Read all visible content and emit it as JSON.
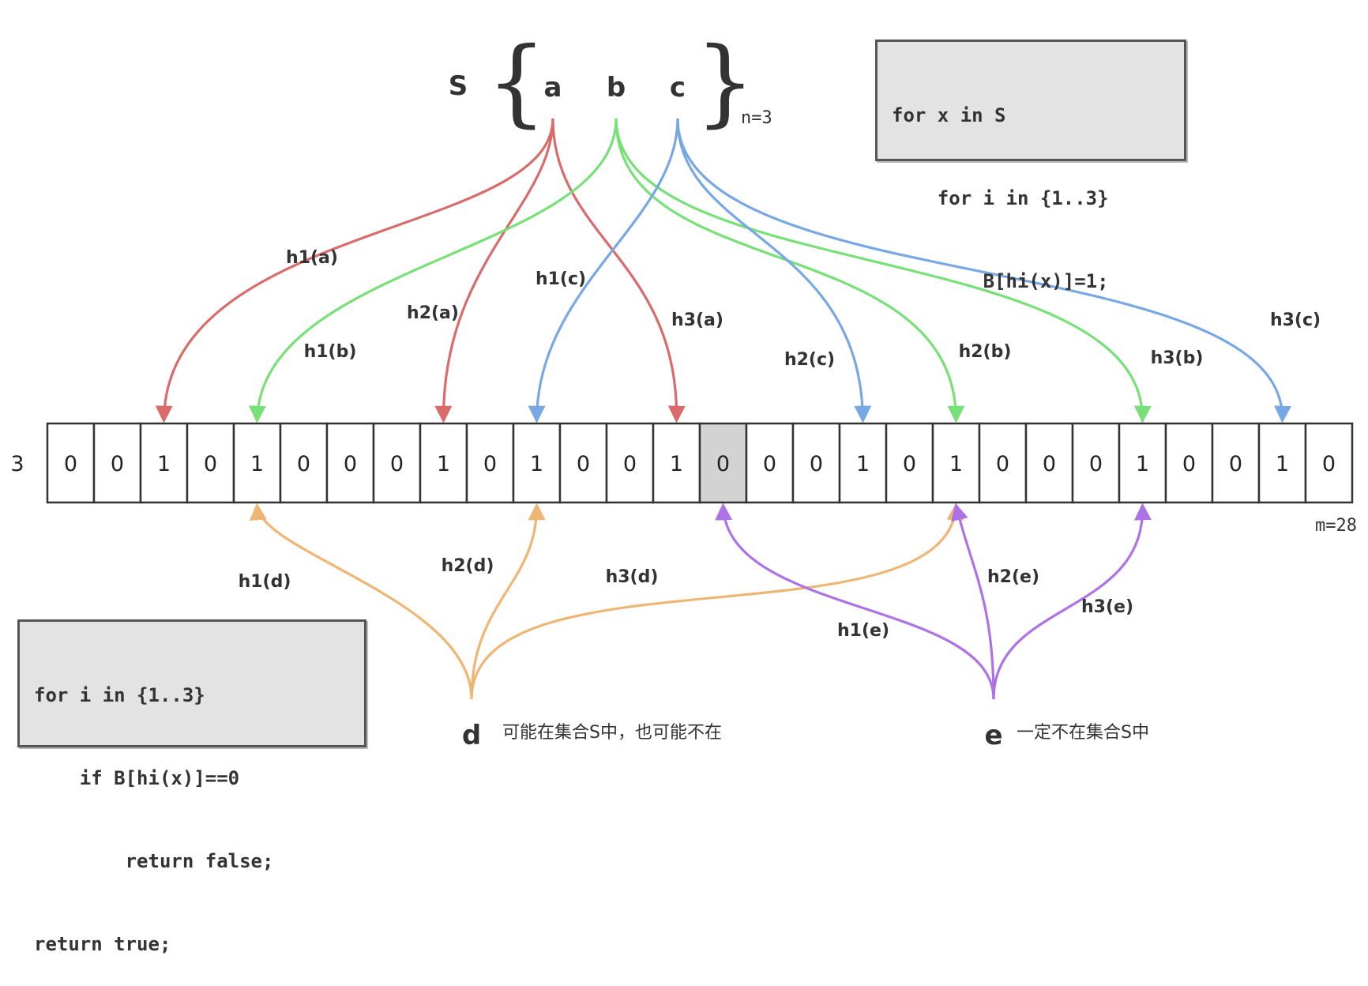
{
  "set": {
    "name": "S",
    "elements": [
      "a",
      "b",
      "c"
    ],
    "size_label": "n=3"
  },
  "code_insert": [
    "for x in S",
    "    for i in {1..3}",
    "        B[hi(x)]=1;"
  ],
  "code_query": [
    "for i in {1..3}",
    "    if B[hi(x)]==0",
    "        return false;",
    "return true;"
  ],
  "array": {
    "bits": [
      0,
      0,
      1,
      0,
      1,
      0,
      0,
      0,
      1,
      0,
      1,
      0,
      0,
      1,
      0,
      0,
      0,
      1,
      0,
      1,
      0,
      0,
      0,
      1,
      0,
      0,
      1,
      0
    ],
    "highlight_index": 14,
    "size_label": "m=28",
    "left_stub": "3"
  },
  "colors": {
    "a": "#d96b6b",
    "b": "#77e077",
    "c": "#78a8e4",
    "d": "#eeb672",
    "e": "#ad73e6"
  },
  "hash_mappings": [
    {
      "elem": "a",
      "label": "h1(a)",
      "target": 2
    },
    {
      "elem": "a",
      "label": "h2(a)",
      "target": 8
    },
    {
      "elem": "a",
      "label": "h3(a)",
      "target": 13
    },
    {
      "elem": "b",
      "label": "h1(b)",
      "target": 4
    },
    {
      "elem": "b",
      "label": "h2(b)",
      "target": 19
    },
    {
      "elem": "b",
      "label": "h3(b)",
      "target": 23
    },
    {
      "elem": "c",
      "label": "h1(c)",
      "target": 10
    },
    {
      "elem": "c",
      "label": "h2(c)",
      "target": 17
    },
    {
      "elem": "c",
      "label": "h3(c)",
      "target": 26
    },
    {
      "elem": "d",
      "label": "h1(d)",
      "target": 4
    },
    {
      "elem": "d",
      "label": "h2(d)",
      "target": 10
    },
    {
      "elem": "d",
      "label": "h3(d)",
      "target": 19
    },
    {
      "elem": "e",
      "label": "h1(e)",
      "target": 14
    },
    {
      "elem": "e",
      "label": "h2(e)",
      "target": 19
    },
    {
      "elem": "e",
      "label": "h3(e)",
      "target": 23
    }
  ],
  "queries": [
    {
      "elem": "d",
      "description": "可能在集合S中，也可能不在"
    },
    {
      "elem": "e",
      "description": "一定不在集合S中"
    }
  ]
}
